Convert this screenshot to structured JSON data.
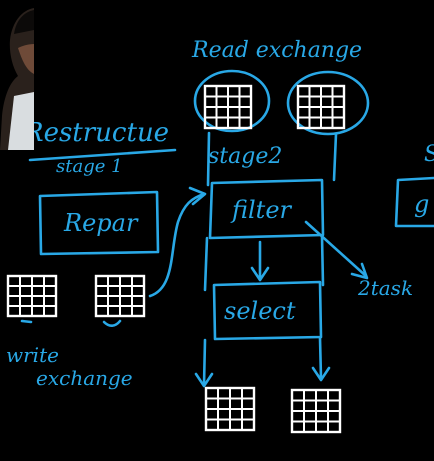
{
  "labels": {
    "read_exchange": "Read exchange",
    "restructure": "Restructue",
    "stage1": "stage 1",
    "stage2": "stage2",
    "repar": "Repar",
    "filter": "filter",
    "select": "select",
    "write": "write",
    "exchange": "exchange",
    "task": "2task",
    "partial_s": "S",
    "partial_g": "g"
  },
  "colors": {
    "background": "#000000",
    "ink": "#29a8e6",
    "grid": "#ffffff"
  }
}
